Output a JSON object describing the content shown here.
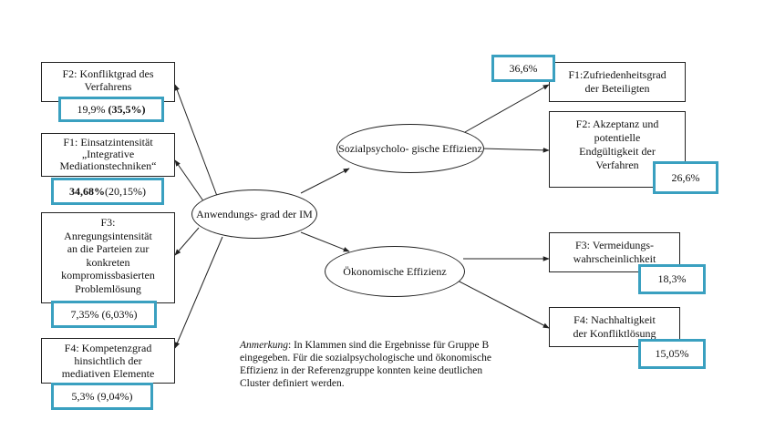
{
  "center": {
    "line1": "Anwendungs-",
    "line2": "grad der IM"
  },
  "sozial": {
    "line1": "Sozialpsycholo-",
    "line2": "gische Effizienz"
  },
  "oeko": {
    "line1": "Ökonomische",
    "line2": "Effizienz"
  },
  "left_boxes": [
    {
      "lines": [
        "F2: Konfliktgrad des",
        "Verfahrens"
      ],
      "value_bold": "",
      "value_plain": "19,9% ",
      "value_paren": "(35,5%)",
      "paren_bold": true
    },
    {
      "lines": [
        "F1: Einsatzintensität",
        "„Integrative",
        "Mediationstechniken“"
      ],
      "value_bold": "34,68%",
      "value_plain": " (20,15%)",
      "value_paren": "",
      "paren_bold": false
    },
    {
      "lines": [
        "F3:",
        "Anregungsintensität",
        "an die Parteien zur",
        "konkreten",
        "kompromissbasierten",
        "Problemlösung"
      ],
      "value_bold": "",
      "value_plain": "7,35% (6,03%)",
      "value_paren": "",
      "paren_bold": false
    },
    {
      "lines": [
        "F4: Kompetenzgrad",
        "hinsichtlich der",
        "mediativen Elemente"
      ],
      "value_bold": "",
      "value_plain": "5,3% (9,04%)",
      "value_paren": "",
      "paren_bold": false
    }
  ],
  "right_boxes": [
    {
      "lines": [
        "F1:Zufriedenheitsgrad",
        "der Beteiligten"
      ],
      "value": "36,6%"
    },
    {
      "lines": [
        "F2: Akzeptanz und",
        "potentielle",
        "Endgültigkeit der",
        "Verfahren"
      ],
      "value": "26,6%"
    },
    {
      "lines": [
        "F3: Vermeidungs-",
        "wahrscheinlichkeit"
      ],
      "value": "18,3%"
    },
    {
      "lines": [
        "F4: Nachhaltigkeit",
        "der Konfliktlösung"
      ],
      "value": "15,05%"
    }
  ],
  "note": {
    "label": "Anmerkung",
    "text": ": In Klammen sind die Ergebnisse für Gruppe B eingegeben. Für die sozialpsychologische und ökonomische Effizienz in der Referenzgruppe konnten keine deutlichen Cluster definiert werden."
  }
}
